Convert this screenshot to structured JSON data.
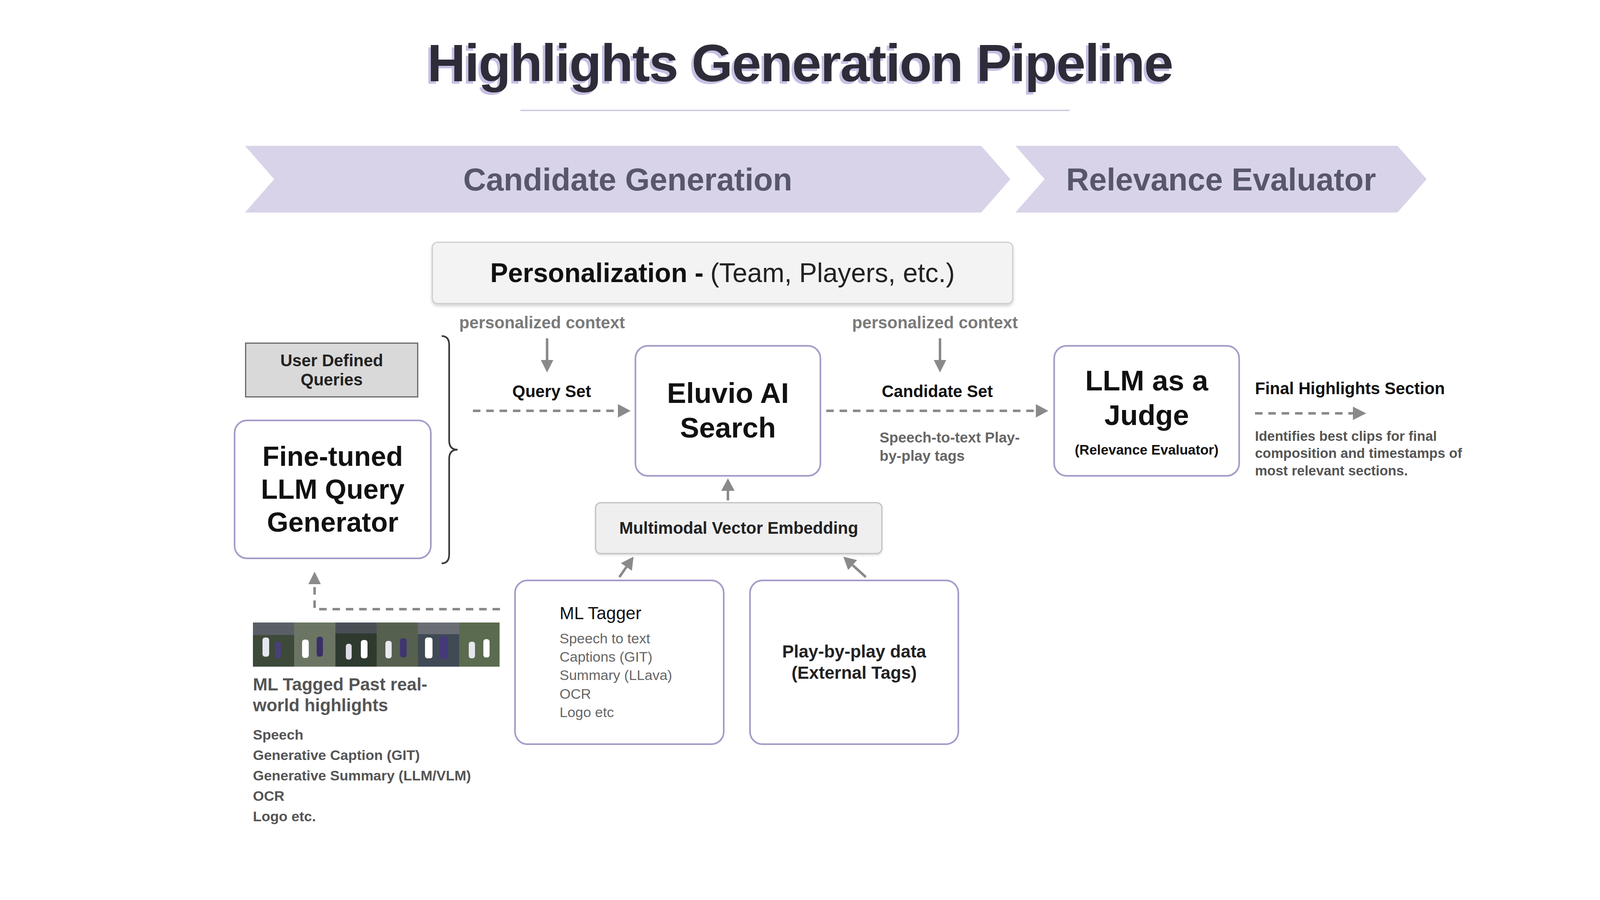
{
  "diagram": {
    "title": "Highlights Generation Pipeline",
    "nodes": [
      {
        "text": [
          "Candidate Generation"
        ]
      },
      {
        "text": [
          "Relevance Evaluator"
        ]
      },
      {
        "text": [
          "Personalization -",
          "(Team, Players, etc.)"
        ]
      },
      {
        "text": [
          "User Defined Queries"
        ]
      },
      {
        "text": [
          "Fine-tuned LLM Query Generator"
        ]
      },
      {
        "text": [
          "Eluvio AI Search"
        ]
      },
      {
        "text": [
          "LLM as a Judge",
          "(Relevance Evaluator)"
        ]
      },
      {
        "text": [
          "Multimodal Vector Embedding"
        ]
      },
      {
        "text": [
          "ML Tagger",
          "Speech to text",
          "Captions (GIT)",
          "Summary (LLava)",
          "OCR",
          "Logo etc"
        ]
      },
      {
        "text": [
          "Play-by-play data (External Tags)"
        ]
      }
    ],
    "edges": [
      {
        "from": 3,
        "to": 5,
        "arrow": "to",
        "label": "Query Set"
      },
      {
        "from": 4,
        "to": 5,
        "arrow": "to"
      },
      {
        "from": 5,
        "to": 6,
        "arrow": "to",
        "label": "Candidate Set"
      },
      {
        "from": 7,
        "to": 5,
        "arrow": "to"
      },
      {
        "from": 8,
        "to": 7,
        "arrow": "to"
      },
      {
        "from": 9,
        "to": 7,
        "arrow": "to"
      }
    ],
    "labels": [
      "personalized context",
      "personalized context",
      "Speech-to-text Play-by-play tags",
      "Final Highlights Section",
      "Identifies best clips for final composition and timestamps of most relevant sections.",
      "ML Tagged Past real-world highlights",
      "Speech",
      "Generative Caption (GIT)",
      "Generative Summary (LLM/VLM)",
      "OCR",
      "Logo etc."
    ]
  }
}
